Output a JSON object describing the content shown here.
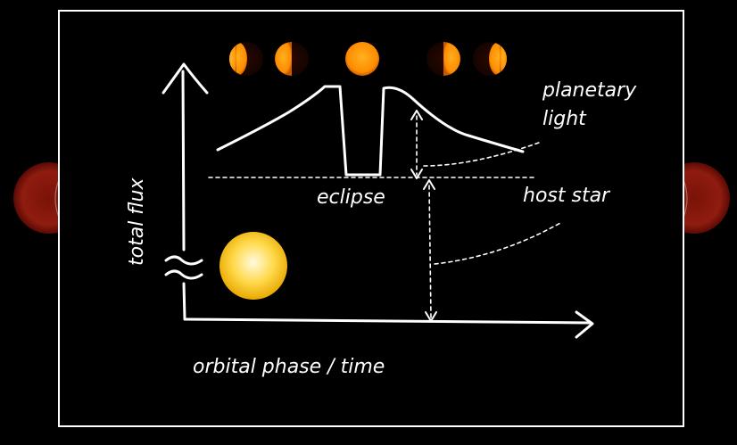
{
  "labels": {
    "planetary_line1": "planetary",
    "planetary_line2": "light",
    "eclipse": "eclipse",
    "host_star": "host star",
    "y_axis": "total flux",
    "x_axis": "orbital phase / time"
  },
  "colors": {
    "background": "#000000",
    "ink": "#ffffff",
    "frame": "#ffffff",
    "star_core": "#fff7c2",
    "star_edge": "#f0b400",
    "planet_day": "#ff9a00",
    "planet_night": "#3a0a00",
    "ghost_planet": "#8a1a0f"
  },
  "icons": {
    "star": "sun-disk-icon",
    "planet_phases": "planet-phase-icon",
    "axis_break": "axis-break-icon"
  },
  "planet_phases": [
    {
      "name": "planet-phase-waxing-1",
      "lit_fraction": 0.25
    },
    {
      "name": "planet-phase-waxing-2",
      "lit_fraction": 0.5
    },
    {
      "name": "planet-phase-full",
      "lit_fraction": 1.0
    },
    {
      "name": "planet-phase-waning-1",
      "lit_fraction": 0.5
    },
    {
      "name": "planet-phase-waning-2",
      "lit_fraction": 0.25
    }
  ]
}
